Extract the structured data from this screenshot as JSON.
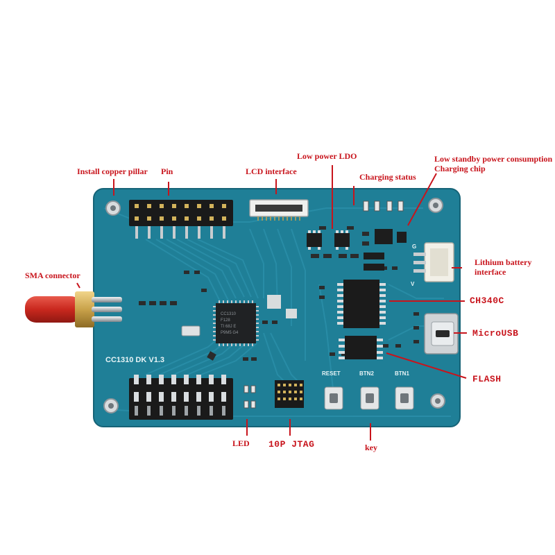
{
  "board": {
    "silkscreen_name": "CC1310 DK V1.3",
    "chip_text": [
      "CC1310",
      "F128",
      "TI 68J E",
      "P9M5 G4"
    ],
    "button_labels": {
      "reset": "RESET",
      "btn2": "BTN2",
      "btn1": "BTN1"
    },
    "colors": {
      "pcb": "#1f7f97",
      "pcb_edge": "#176a80",
      "trace": "#2a8ea8",
      "callout": "#c8141c",
      "sma_cap": "#c9281e"
    }
  },
  "callouts": {
    "copper_pillar": "Install copper pillar",
    "pin": "Pin",
    "lcd": "LCD interface",
    "ldo": "Low power LDO",
    "charging_status": "Charging status",
    "standby_line1": "Low standby power consumption",
    "standby_line2": "Charging chip",
    "sma": "SMA connector",
    "lithium_line1": "Lithium battery",
    "lithium_line2": "interface",
    "ch340c": "CH340C",
    "microusb": "MicroUSB",
    "flash": "FLASH",
    "led": "LED",
    "jtag": "10P JTAG",
    "key": "key"
  }
}
